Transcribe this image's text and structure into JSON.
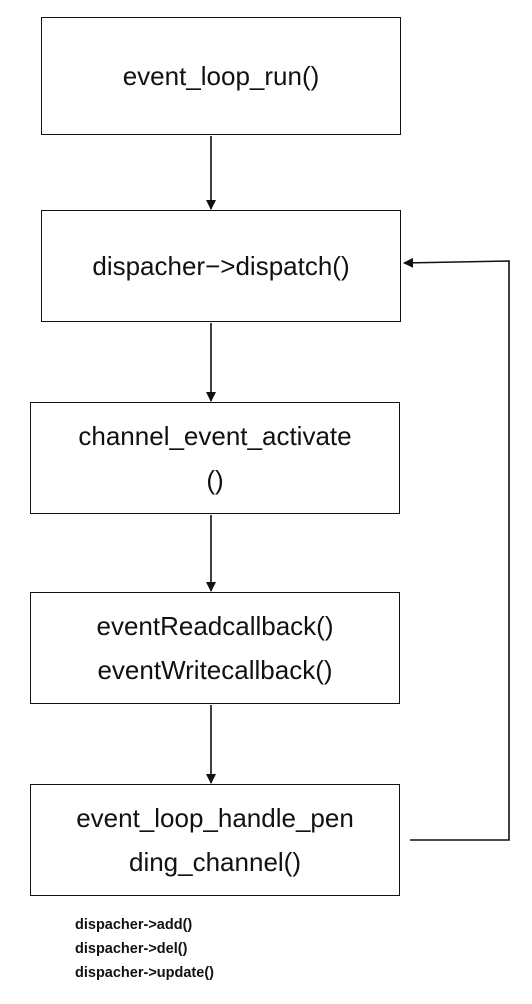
{
  "boxes": {
    "run": {
      "lines": [
        "event_loop_run()"
      ]
    },
    "dispatch": {
      "lines": [
        "dispacher−>dispatch()"
      ]
    },
    "activate": {
      "lines": [
        "channel_event_activate",
        "()"
      ]
    },
    "callbacks": {
      "lines": [
        "eventReadcallback()",
        "eventWritecallback()"
      ]
    },
    "pending": {
      "lines": [
        "event_loop_handle_pen",
        "ding_channel()"
      ]
    }
  },
  "notes": [
    "dispacher->add()",
    "dispacher->del()",
    "dispacher->update()"
  ]
}
